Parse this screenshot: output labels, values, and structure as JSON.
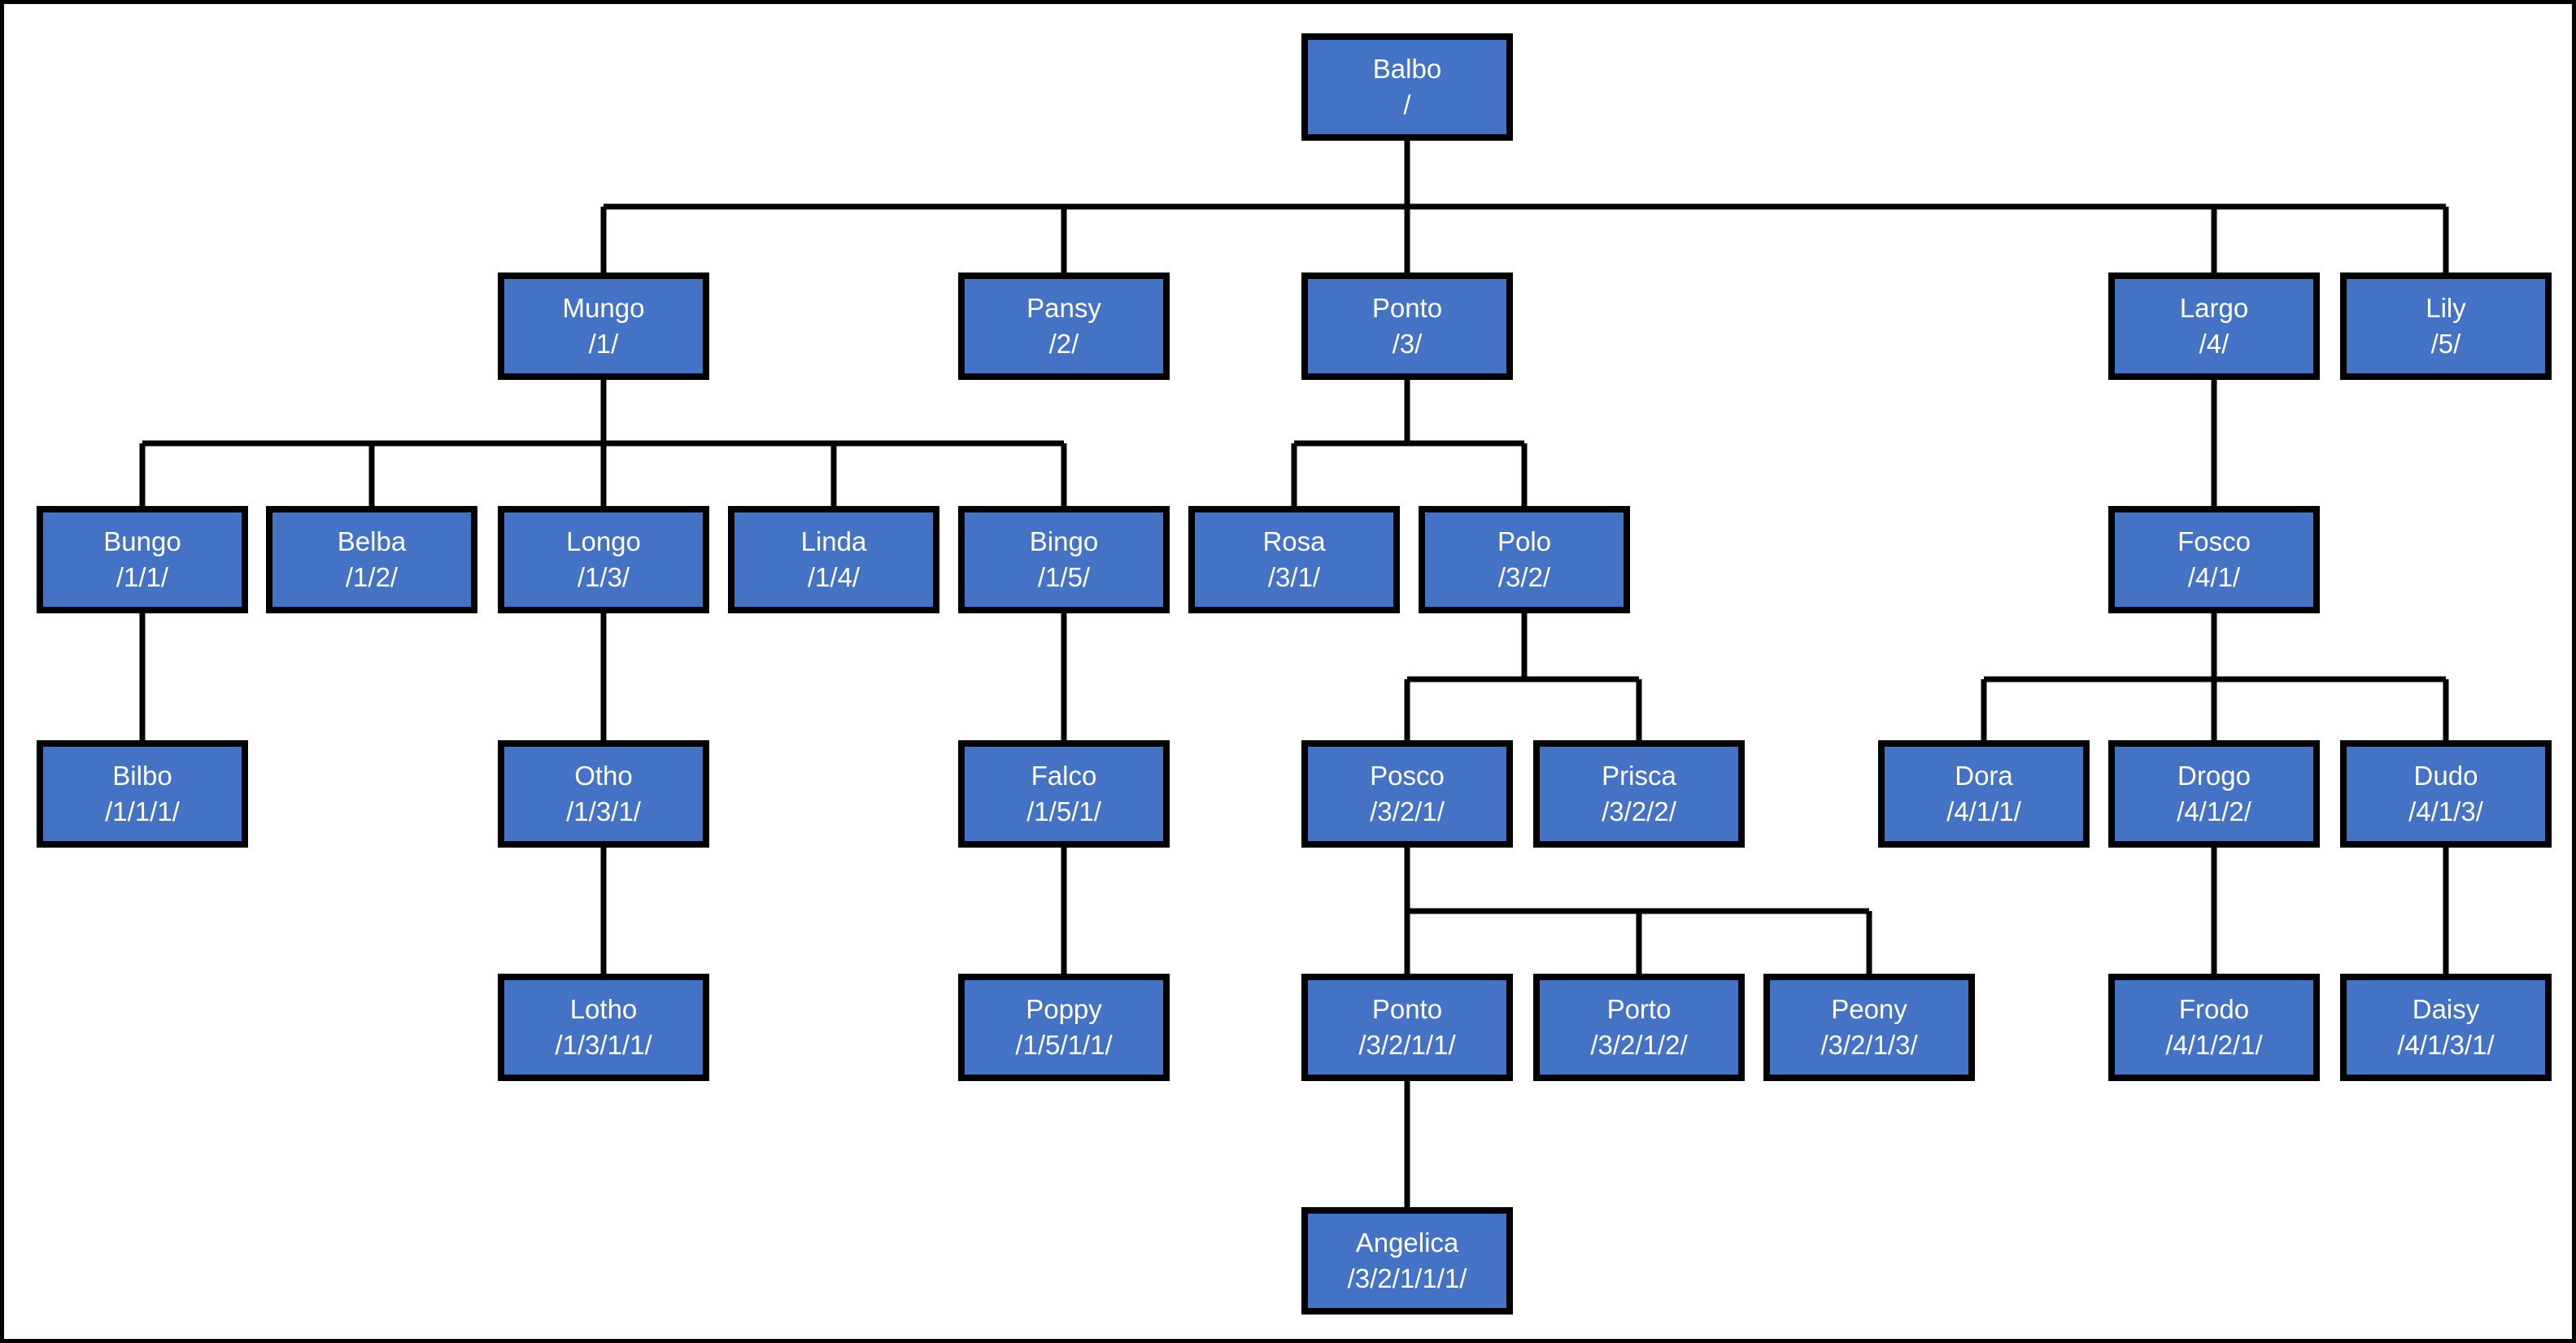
{
  "diagram": {
    "kind": "family-tree-org-chart",
    "background_color": "#FFFFFF",
    "frame_color": "#000000",
    "node_fill_color": "#4472C4",
    "node_border_color": "#000000",
    "node_text_color": "#FFFFFF",
    "connector_color": "#000000"
  },
  "nodes": [
    {
      "name": "Balbo",
      "code": "/",
      "parent": null
    },
    {
      "name": "Mungo",
      "code": "/1/",
      "parent": "/"
    },
    {
      "name": "Pansy",
      "code": "/2/",
      "parent": "/"
    },
    {
      "name": "Ponto",
      "code": "/3/",
      "parent": "/"
    },
    {
      "name": "Largo",
      "code": "/4/",
      "parent": "/"
    },
    {
      "name": "Lily",
      "code": "/5/",
      "parent": "/"
    },
    {
      "name": "Bungo",
      "code": "/1/1/",
      "parent": "/1/"
    },
    {
      "name": "Belba",
      "code": "/1/2/",
      "parent": "/1/"
    },
    {
      "name": "Longo",
      "code": "/1/3/",
      "parent": "/1/"
    },
    {
      "name": "Linda",
      "code": "/1/4/",
      "parent": "/1/"
    },
    {
      "name": "Bingo",
      "code": "/1/5/",
      "parent": "/1/"
    },
    {
      "name": "Rosa",
      "code": "/3/1/",
      "parent": "/3/"
    },
    {
      "name": "Polo",
      "code": "/3/2/",
      "parent": "/3/"
    },
    {
      "name": "Fosco",
      "code": "/4/1/",
      "parent": "/4/"
    },
    {
      "name": "Bilbo",
      "code": "/1/1/1/",
      "parent": "/1/1/"
    },
    {
      "name": "Otho",
      "code": "/1/3/1/",
      "parent": "/1/3/"
    },
    {
      "name": "Falco",
      "code": "/1/5/1/",
      "parent": "/1/5/"
    },
    {
      "name": "Posco",
      "code": "/3/2/1/",
      "parent": "/3/2/"
    },
    {
      "name": "Prisca",
      "code": "/3/2/2/",
      "parent": "/3/2/"
    },
    {
      "name": "Dora",
      "code": "/4/1/1/",
      "parent": "/4/1/"
    },
    {
      "name": "Drogo",
      "code": "/4/1/2/",
      "parent": "/4/1/"
    },
    {
      "name": "Dudo",
      "code": "/4/1/3/",
      "parent": "/4/1/"
    },
    {
      "name": "Lotho",
      "code": "/1/3/1/1/",
      "parent": "/1/3/1/"
    },
    {
      "name": "Poppy",
      "code": "/1/5/1/1/",
      "parent": "/1/5/1/"
    },
    {
      "name": "Ponto",
      "code": "/3/2/1/1/",
      "parent": "/3/2/1/"
    },
    {
      "name": "Porto",
      "code": "/3/2/1/2/",
      "parent": "/3/2/1/"
    },
    {
      "name": "Peony",
      "code": "/3/2/1/3/",
      "parent": "/3/2/1/"
    },
    {
      "name": "Frodo",
      "code": "/4/1/2/1/",
      "parent": "/4/1/2/"
    },
    {
      "name": "Daisy",
      "code": "/4/1/3/1/",
      "parent": "/4/1/3/"
    },
    {
      "name": "Angelica",
      "code": "/3/2/1/1/1/",
      "parent": "/3/2/1/1/"
    }
  ]
}
